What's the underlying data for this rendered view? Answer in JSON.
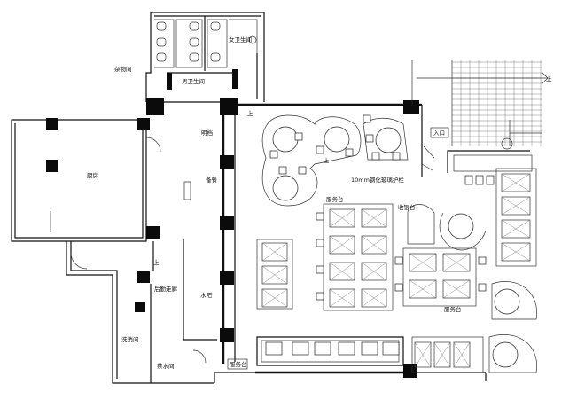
{
  "labels": {
    "zawu": "杂物间",
    "nvwei": "女卫生间",
    "nanwei": "男卫生间",
    "chufang": "厨房",
    "mingdang": "明档",
    "beican": "备餐",
    "houqin": "后勤走廊",
    "shuiba": "水吧",
    "xixiao": "洗消间",
    "chashui": "茶水间",
    "fuwutai_bottom": "服务台",
    "fuwutai_mid": "服务台",
    "shouyin": "收银台",
    "fuwutai_right": "服务台",
    "rukou": "入口",
    "glass": "10mm钢化玻璃护栏",
    "up1": "上",
    "up2": "上",
    "up3": "上",
    "up4": "上"
  }
}
